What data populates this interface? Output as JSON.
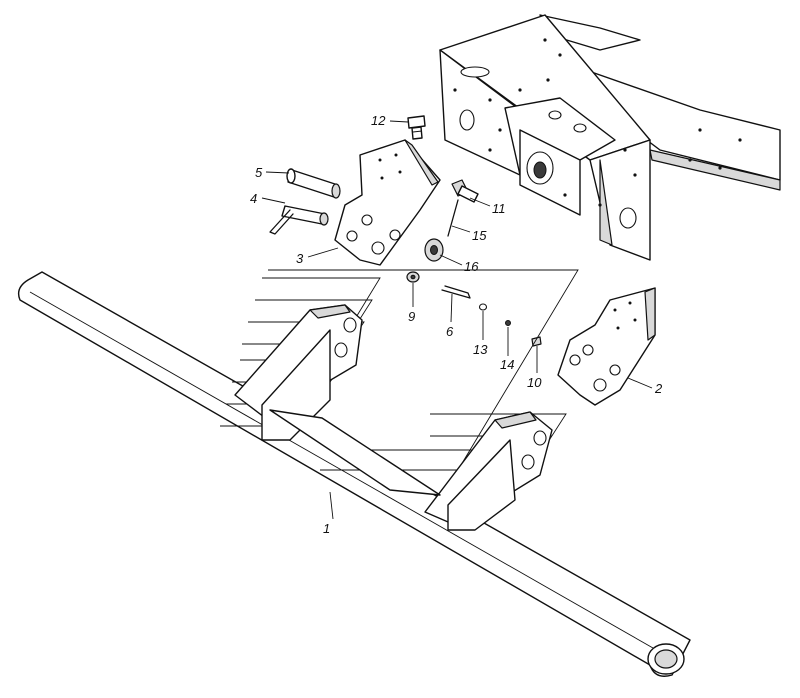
{
  "diagram": {
    "callouts": [
      {
        "id": "c1",
        "label": "1"
      },
      {
        "id": "c2",
        "label": "2"
      },
      {
        "id": "c3",
        "label": "3"
      },
      {
        "id": "c4",
        "label": "4"
      },
      {
        "id": "c5",
        "label": "5"
      },
      {
        "id": "c6",
        "label": "6"
      },
      {
        "id": "c9",
        "label": "9"
      },
      {
        "id": "c10",
        "label": "10"
      },
      {
        "id": "c11",
        "label": "11"
      },
      {
        "id": "c12",
        "label": "12"
      },
      {
        "id": "c13",
        "label": "13"
      },
      {
        "id": "c14",
        "label": "14"
      },
      {
        "id": "c15",
        "label": "15"
      },
      {
        "id": "c16",
        "label": "16"
      }
    ]
  }
}
